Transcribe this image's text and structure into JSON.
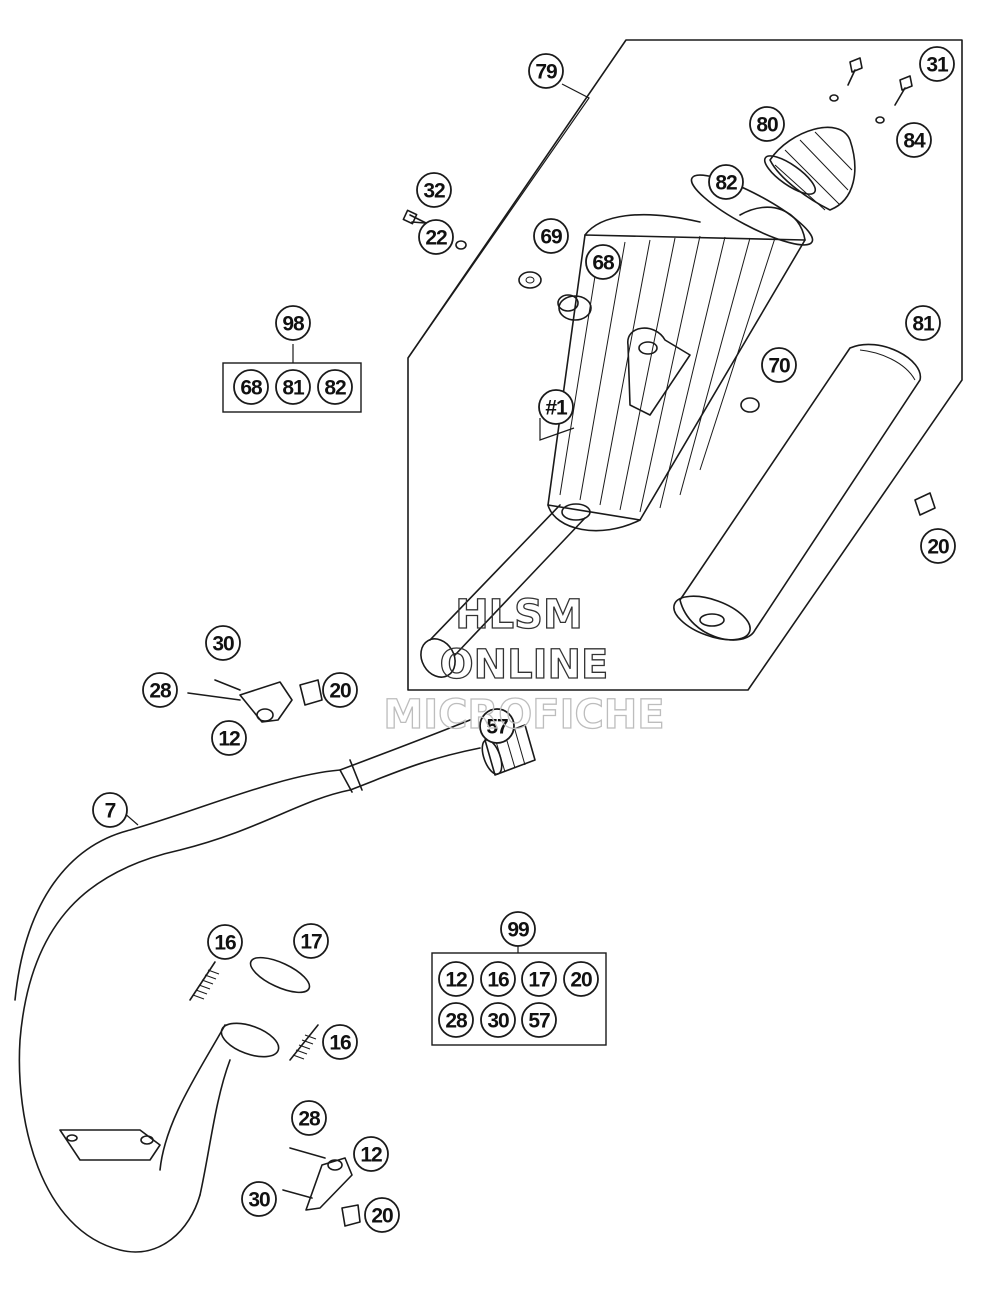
{
  "diagram": {
    "callouts": {
      "c79": "79",
      "c31": "31",
      "c80": "80",
      "c84": "84",
      "c82": "82",
      "c32": "32",
      "c22": "22",
      "c69": "69",
      "c68": "68",
      "c81": "81",
      "c70": "70",
      "c1": "#1",
      "c20a": "20",
      "c30a": "30",
      "c28a": "28",
      "c20b": "20",
      "c12a": "12",
      "c57": "57",
      "c7": "7",
      "c16a": "16",
      "c17": "17",
      "c16b": "16",
      "c28b": "28",
      "c12b": "12",
      "c30b": "30",
      "c20c": "20"
    },
    "kits": {
      "kit98": {
        "label": "98",
        "items": [
          "68",
          "81",
          "82"
        ]
      },
      "kit99": {
        "label": "99",
        "items": [
          "12",
          "16",
          "17",
          "20",
          "28",
          "30",
          "57"
        ]
      }
    },
    "watermark": {
      "line1": "HLSM",
      "line2": "ONLINE",
      "line3": "MICROFICHE"
    }
  }
}
